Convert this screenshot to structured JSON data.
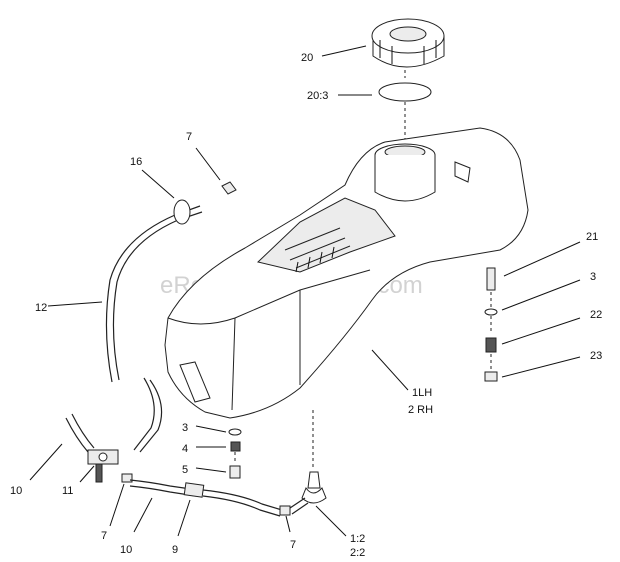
{
  "watermark": "eReplacementParts.com",
  "callouts": {
    "c20": "20",
    "c20_3": "20:3",
    "c7_top": "7",
    "c16": "16",
    "c12": "12",
    "c21": "21",
    "c3_right": "3",
    "c22": "22",
    "c23": "23",
    "c1lh": "1LH",
    "c2rh": "2 RH",
    "c3_mid": "3",
    "c4": "4",
    "c5": "5",
    "c10_left": "10",
    "c11": "11",
    "c7_lower": "7",
    "c10_bottom": "10",
    "c9": "9",
    "c7_bottom": "7",
    "c1_2": "1:2",
    "c2_2": "2:2"
  }
}
